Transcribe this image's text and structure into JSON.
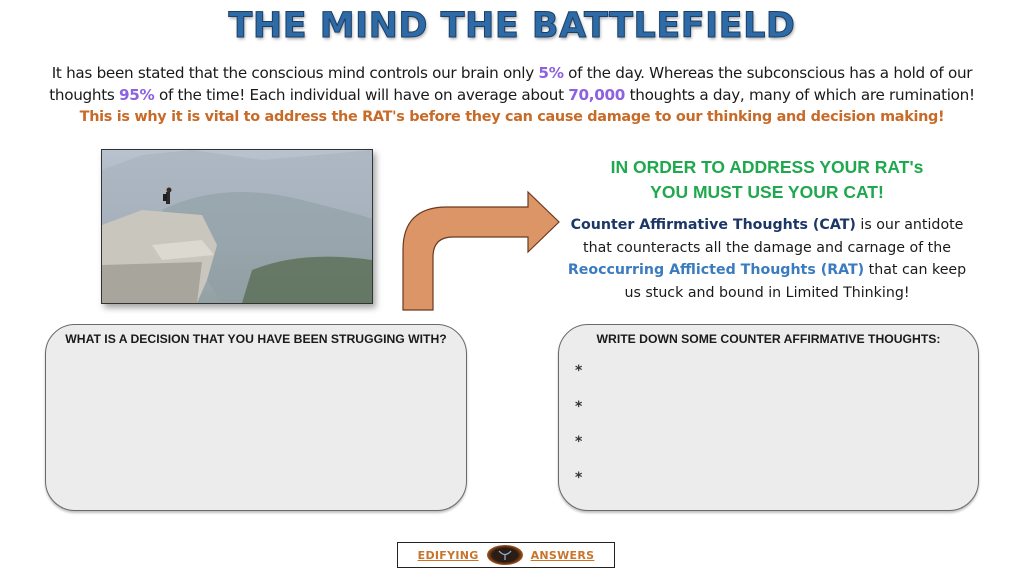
{
  "title": "THE MIND THE BATTLEFIELD",
  "intro": {
    "line1_a": "It has been stated that the conscious mind controls our brain only ",
    "pct_conscious": "5%",
    "line1_b": " of the day. Whereas the subconscious has a hold of our",
    "line2_a": "thoughts ",
    "pct_subconscious": "95%",
    "line2_b": " of the time! Each individual will have on average about ",
    "thought_count": "70,000",
    "line2_c": " thoughts a day, many of which are rumination!",
    "warning": "This is why it is vital to address the RAT's before they can cause damage to our thinking and decision making!"
  },
  "photo": {
    "alt": "hiker-standing-on-cliff-edge-over-valley"
  },
  "cat": {
    "heading_line1": "IN ORDER TO ADDRESS YOUR RAT's",
    "heading_line2": "YOU MUST USE YOUR CAT!",
    "cat_term": "Counter Affirmative Thoughts (CAT)",
    "body_a": " is our antidote that counteracts all the damage and carnage of the ",
    "rat_term": "Reoccurring Afflicted Thoughts (RAT)",
    "body_b": " that can keep us stuck and bound in Limited Thinking!"
  },
  "boxes": {
    "left": {
      "title": "WHAT IS A DECISION THAT YOU HAVE BEEN STRUGGING WITH?"
    },
    "right": {
      "title": "WRITE DOWN SOME COUNTER AFFIRMATIVE THOUGHTS:",
      "bullets": [
        "*",
        "*",
        "*",
        "*"
      ]
    }
  },
  "logo": {
    "left_word": "EDIFYING",
    "right_word": "ANSWERS"
  },
  "colors": {
    "title": "#2e6aa6",
    "highlight": "#8c62e0",
    "warning": "#c86a28",
    "heading_green": "#1fa84d",
    "cat_dark": "#1c3766",
    "rat_blue": "#3b7bbf",
    "arrow": "#dc9566"
  }
}
